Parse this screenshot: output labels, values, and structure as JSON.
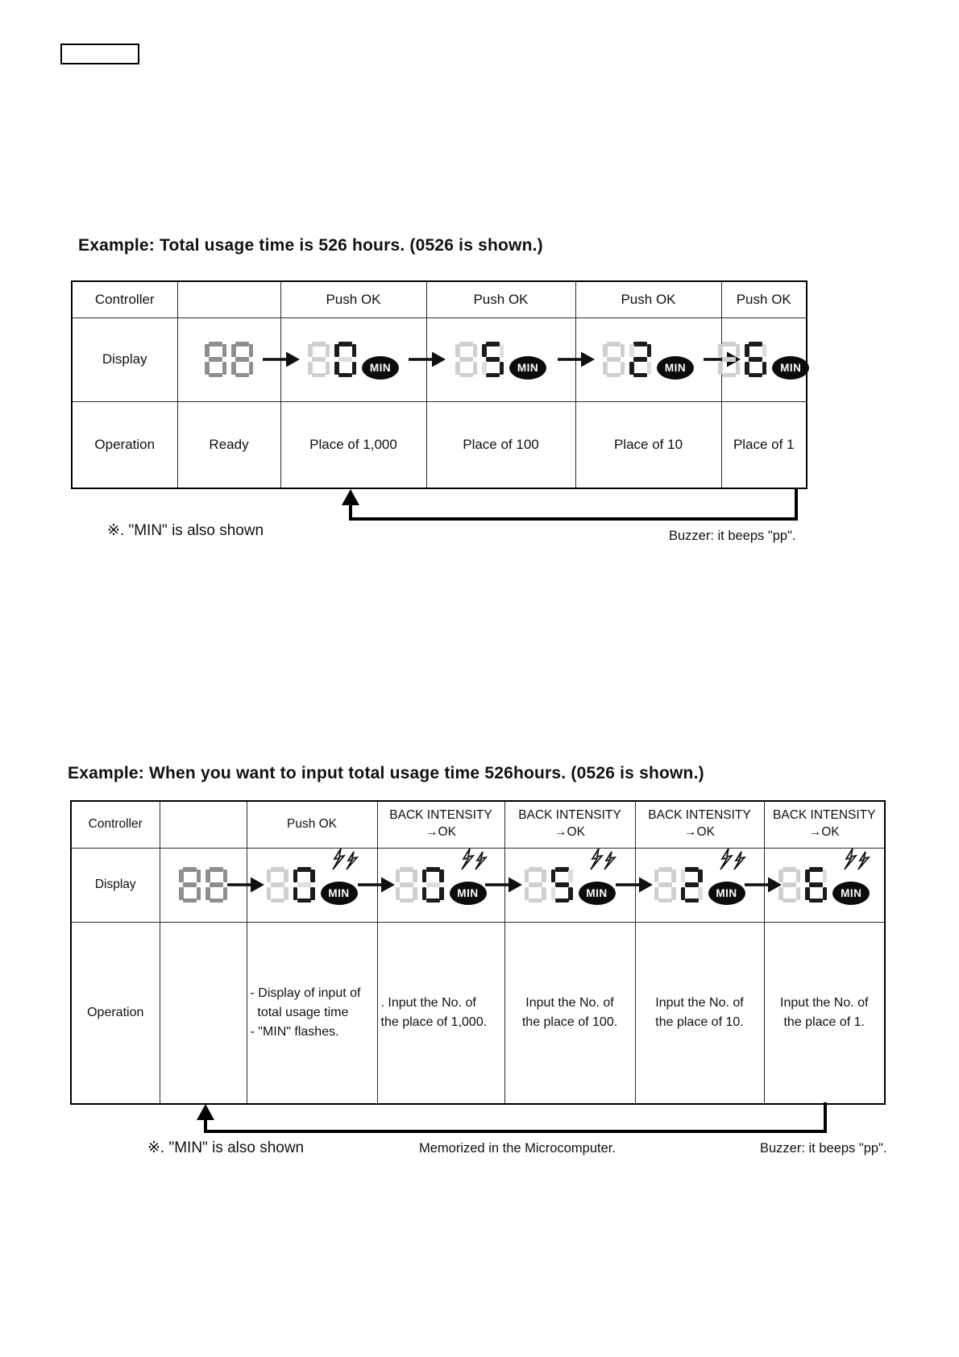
{
  "lcd": {
    "min_label": "MIN"
  },
  "section1": {
    "title": "Example: Total usage time is 526 hours.  (0526 is shown.)",
    "table": {
      "controller_label": "Controller",
      "display_label": "Display",
      "operation_label": "Operation",
      "header_cells": [
        "",
        "Push OK",
        "Push OK",
        "Push OK",
        "Push OK"
      ],
      "displays": [
        {
          "digits": [
            {
              "value": "8",
              "state": "dim"
            },
            {
              "value": "8",
              "state": "dim"
            }
          ],
          "min": false,
          "flash": false
        },
        {
          "digits": [
            {
              "value": "8",
              "state": "ghost"
            },
            {
              "value": "0",
              "state": "on"
            }
          ],
          "min": true,
          "flash": false
        },
        {
          "digits": [
            {
              "value": "8",
              "state": "ghost"
            },
            {
              "value": "5",
              "state": "on"
            }
          ],
          "min": true,
          "flash": false
        },
        {
          "digits": [
            {
              "value": "8",
              "state": "ghost"
            },
            {
              "value": "2",
              "state": "on"
            }
          ],
          "min": true,
          "flash": false
        },
        {
          "digits": [
            {
              "value": "8",
              "state": "ghost"
            },
            {
              "value": "6",
              "state": "on"
            }
          ],
          "min": true,
          "flash": false
        }
      ],
      "operation_cells": [
        "Ready",
        "Place of 1,000",
        "Place of 100",
        "Place of 10",
        "Place of 1"
      ]
    },
    "note_min": "※. \"MIN\" is also shown",
    "note_buzzer": "Buzzer: it beeps \"pp\"."
  },
  "section2": {
    "title": "Example: When you want to input total usage time 526hours.  (0526 is shown.)",
    "table": {
      "controller_label": "Controller",
      "display_label": "Display",
      "operation_label": "Operation",
      "header_cells": [
        "",
        "Push OK",
        "BACK INTENSITY\n→OK",
        "BACK INTENSITY\n→OK",
        "BACK INTENSITY\n→OK",
        "BACK INTENSITY\n→OK"
      ],
      "displays": [
        {
          "digits": [
            {
              "value": "8",
              "state": "dim"
            },
            {
              "value": "8",
              "state": "dim"
            }
          ],
          "min": false,
          "flash": false
        },
        {
          "digits": [
            {
              "value": "8",
              "state": "ghost"
            },
            {
              "value": "0",
              "state": "on"
            }
          ],
          "min": true,
          "flash": true
        },
        {
          "digits": [
            {
              "value": "8",
              "state": "ghost"
            },
            {
              "value": "0",
              "state": "on"
            }
          ],
          "min": true,
          "flash": true
        },
        {
          "digits": [
            {
              "value": "8",
              "state": "ghost"
            },
            {
              "value": "5",
              "state": "on"
            }
          ],
          "min": true,
          "flash": true
        },
        {
          "digits": [
            {
              "value": "8",
              "state": "ghost"
            },
            {
              "value": "2",
              "state": "on"
            }
          ],
          "min": true,
          "flash": true
        },
        {
          "digits": [
            {
              "value": "8",
              "state": "ghost"
            },
            {
              "value": "6",
              "state": "on"
            }
          ],
          "min": true,
          "flash": true
        }
      ],
      "operation_cells": [
        "",
        "- Display of input of\n  total usage time\n- \"MIN\" flashes.",
        ". Input the No. of\nthe place of 1,000.",
        "Input the No. of\nthe place of 100.",
        "Input the No. of\nthe place of 10.",
        "Input the No. of\nthe place of 1."
      ]
    },
    "note_min": "※. \"MIN\" is also shown",
    "note_memorized": "Memorized in the Microcomputer.",
    "note_buzzer": "Buzzer: it beeps \"pp\"."
  }
}
